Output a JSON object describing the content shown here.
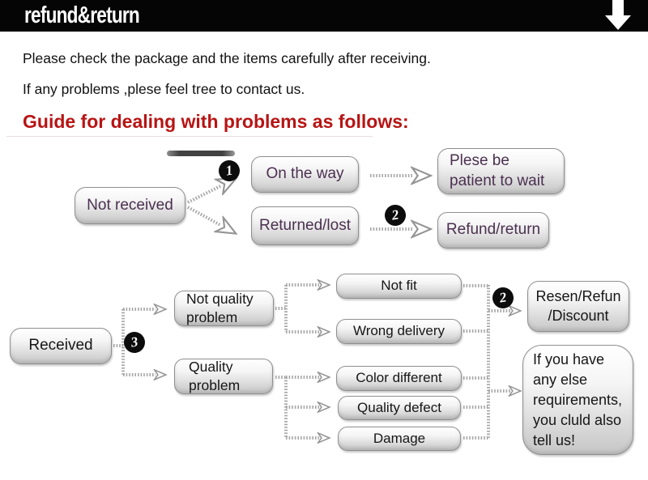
{
  "header": {
    "title": "refund&return"
  },
  "intro": {
    "line1": "Please check the package and the items carefully after receiving.",
    "line2": "If any problems ,plese feel tree to contact us."
  },
  "guide_heading": "Guide for dealing with problems as follows:",
  "colors": {
    "header_bg": "#050505",
    "accent_red": "#b81414",
    "flow1_text": "#4b3050",
    "flow2_text": "#161616",
    "box_border": "#8f8f8f"
  },
  "flowchart": {
    "badges": {
      "one": "1",
      "two": "2",
      "three": "3"
    },
    "nodes": {
      "not_received": "Not received",
      "on_the_way": "On the way",
      "returned_lost": "Returned/lost",
      "patient_wait": "Plese be\npatient to wait",
      "refund_return": "Refund/return",
      "received": "Received",
      "not_quality_problem": "Not quality\nproblem",
      "quality_problem": "Quality\nproblem",
      "not_fit": "Not fit",
      "wrong_delivery": "Wrong delivery",
      "color_different": "Color different",
      "quality_defect": "Quality defect",
      "damage": "Damage",
      "resend_refund_discount": "Resen/Refun\n/Discount",
      "more_requirements": "If you have\nany else\nrequirements,\nyou cluld also\ntell us!"
    }
  }
}
